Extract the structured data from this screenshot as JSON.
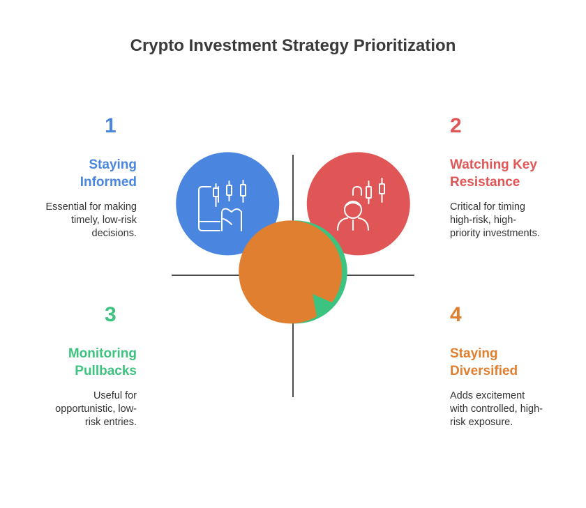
{
  "title": "Crypto Investment Strategy Prioritization",
  "colors": {
    "blue": "#4a86e0",
    "red": "#e05656",
    "green": "#3dc380",
    "orange": "#df7f2f",
    "axis": "#4a4a4a"
  },
  "quadrants": [
    {
      "number": "1",
      "heading_line1": "Staying",
      "heading_line2": "Informed",
      "desc_line1": "Essential for making",
      "desc_line2": "timely, low-risk",
      "desc_line3": "decisions.",
      "color": "#4a86e0",
      "icon": "phone-chart-hand-icon"
    },
    {
      "number": "2",
      "heading_line1": "Watching Key",
      "heading_line2": "Resistance",
      "desc_line1": "Critical for timing",
      "desc_line2": "high-risk, high-",
      "desc_line3": "priority investments.",
      "color": "#e05656",
      "icon": "trader-candlestick-icon"
    },
    {
      "number": "3",
      "heading_line1": "Monitoring",
      "heading_line2": "Pullbacks",
      "desc_line1": "Useful for",
      "desc_line2": "opportunistic, low-",
      "desc_line3": "risk entries.",
      "color": "#3dc380",
      "icon": "phone-candlestick-icon"
    },
    {
      "number": "4",
      "heading_line1": "Staying",
      "heading_line2": "Diversified",
      "desc_line1": "Adds excitement",
      "desc_line2": "with controlled, high-",
      "desc_line3": "risk exposure.",
      "color": "#df7f2f",
      "icon": "gold-bars-chip-icon"
    }
  ]
}
